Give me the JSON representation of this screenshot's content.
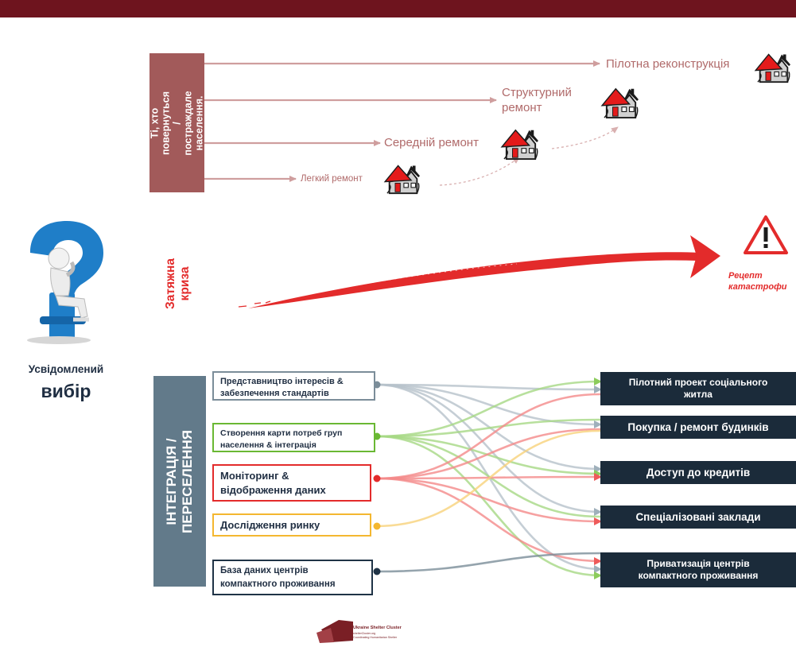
{
  "returnees_bar": "Ті, хто повернуться /\nпостраждале\nнаселення.",
  "repairs": {
    "pilot": "Пілотна реконструкція",
    "structural": "Структурний\nремонт",
    "medium": "Середній ремонт",
    "light": "Легкий ремонт"
  },
  "crisis_label": "Затяжна криза",
  "recipe_label": "Рецепт\nкатастрофи",
  "aware_label_small": "Усвідомлений",
  "aware_label_big": "вибір",
  "integration_bar": "ІНТЕГРАЦІЯ /\nПЕРЕСЕЛЕННЯ",
  "sources": [
    {
      "label": "Представництво інтересів &\nзабезпечення стандартів",
      "color": "#7b8d99"
    },
    {
      "label": "Створення карти потреб груп\nнаселення  & інтеграція",
      "color": "#6ab833"
    },
    {
      "label": "Моніторинг &\nвідображення даних",
      "color": "#e32b2b"
    },
    {
      "label": "Дослідження ринку",
      "color": "#f4b730"
    },
    {
      "label": "База даних центрів\nкомпактного проживання",
      "color": "#1f3346"
    }
  ],
  "targets": [
    {
      "label": "Пілотний проект соціального\nжитла"
    },
    {
      "label": "Покупка / ремонт будинків"
    },
    {
      "label": "Доступ до кредитів"
    },
    {
      "label": "Спеціалізовані заклади"
    },
    {
      "label": "Приватизація центрів\nкомпактного проживання"
    }
  ],
  "logo": {
    "name": "Ukraine Shelter Cluster",
    "site": "shelterCluster.org",
    "tagline": "Coordinating Humanitarian Shelter"
  },
  "colors": {
    "returnees_bar": "#a25a5a",
    "integration_bar": "#627a8a",
    "arrow_muted": "#cf9e9e",
    "crisis_red": "#e32b2b",
    "target_bg": "#1b2b3a",
    "top_bar": "#6e141e"
  },
  "icons": [
    "house-icon",
    "warning-triangle-icon",
    "thinking-figure-icon",
    "shelter-cluster-logo"
  ]
}
